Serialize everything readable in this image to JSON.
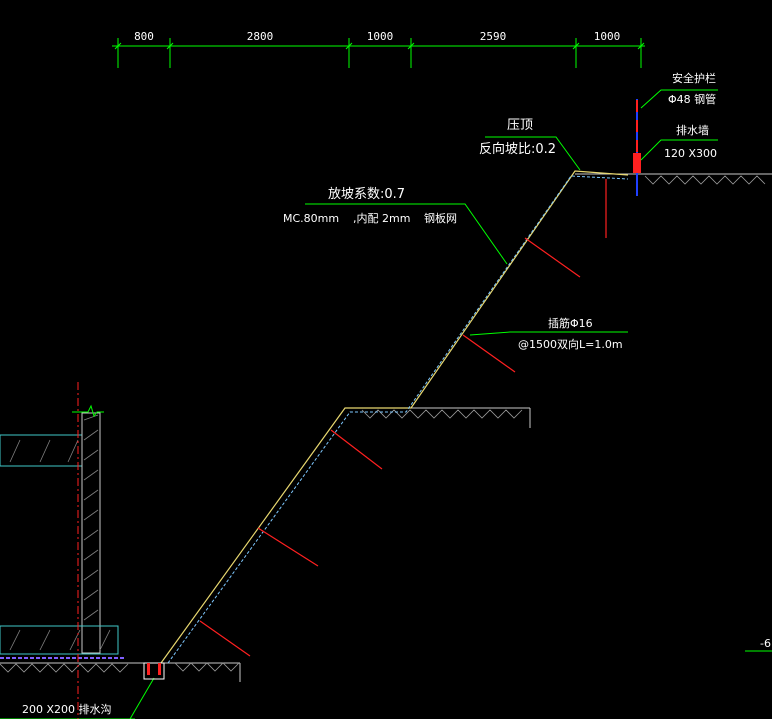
{
  "dimensions": [
    "800",
    "2800",
    "1000",
    "2590",
    "1000"
  ],
  "labels": {
    "railing_title": "安全护栏",
    "railing_spec": "Φ48 钢管",
    "drain_wall_title": "排水墙",
    "drain_wall_spec": "120 X300",
    "crest_title": "压顶",
    "crest_slope": "反向坡比:0.2",
    "slope_title": "放坡系数:0.7",
    "shotcrete_spec": "MC.80mm",
    "mesh_inner": ",内配 2mm",
    "mesh_type": "钢板网",
    "nail_title": "插筋Φ16",
    "nail_spacing": "@1500",
    "nail_dir": "双向",
    "nail_length": "L=1.0m",
    "ditch": "200 X200 排水沟",
    "edge_mark": "-6"
  },
  "colors": {
    "background": "#000000",
    "dimension": "#00ff00",
    "leader": "#00ff00",
    "text": "#ffffff",
    "slope_face": "#e8d870",
    "slope_inner": "#7ec8ff",
    "nail": "#ff2020",
    "ground": "#c8c8c8",
    "structure": "#40c8c8",
    "drain": "#ff2020",
    "railing_red": "#ff2020",
    "railing_blue": "#2040ff"
  }
}
